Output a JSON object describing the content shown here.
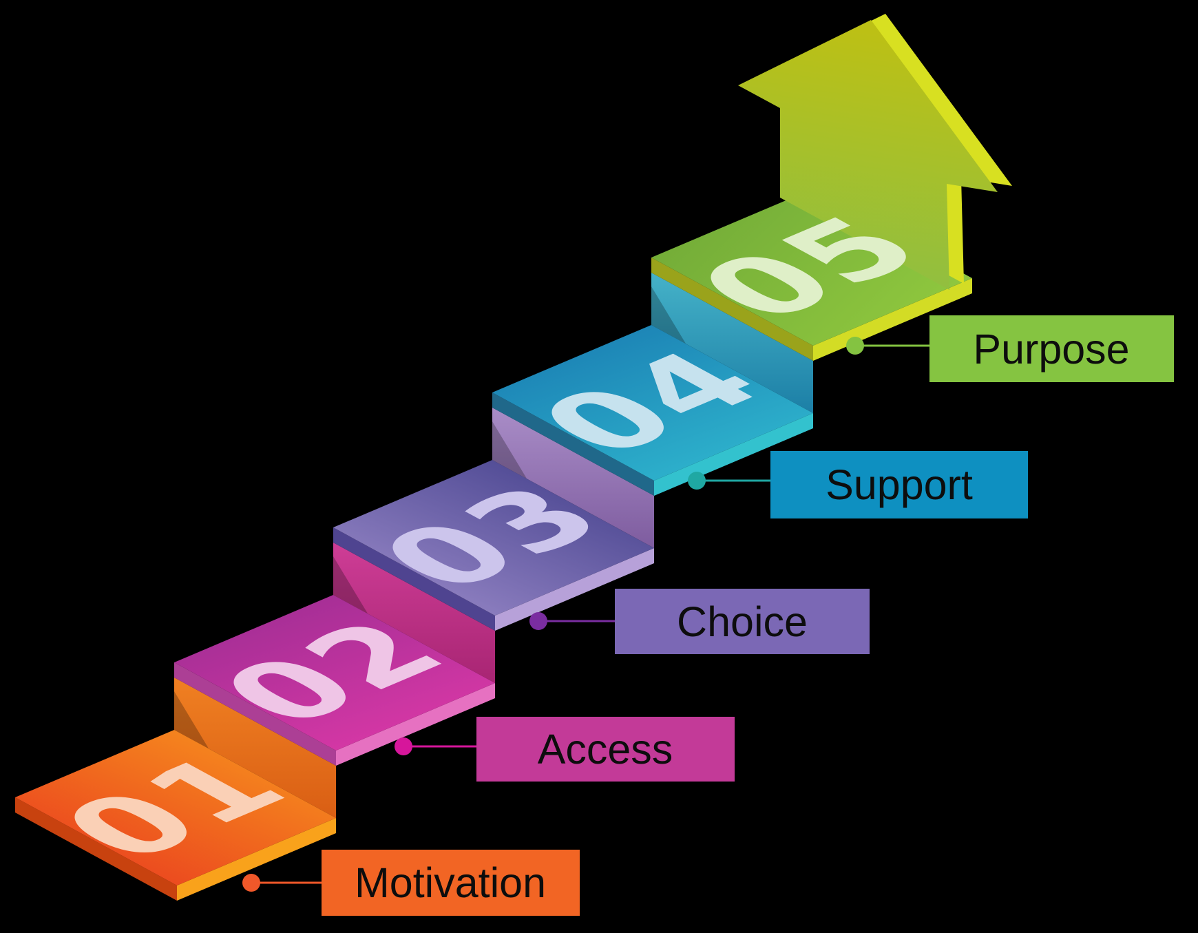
{
  "diagram_type": "staircase-infographic",
  "palette": {
    "background": "#000000",
    "label_text": "#0D0D0D"
  },
  "steps": [
    {
      "number": "01",
      "label": "Motivation",
      "colors": {
        "face_near": "#E9391F",
        "face_far": "#F7941E",
        "side_dark": "#C8420F",
        "edge_bright": "#F9A21B",
        "riser_top": "#F08022",
        "riser_bottom": "#D95E14",
        "number": "#FAD0B6",
        "box": "#F26524",
        "dot": "#F0582A"
      }
    },
    {
      "number": "02",
      "label": "Access",
      "colors": {
        "face_near": "#D938A6",
        "face_far": "#992C92",
        "side_dark": "#AC3F95",
        "edge_bright": "#E671C1",
        "riser_top": "#CE3D96",
        "riser_bottom": "#A82573",
        "number": "#EFC5E6",
        "box": "#C33A98",
        "dot": "#D6169B"
      }
    },
    {
      "number": "03",
      "label": "Choice",
      "colors": {
        "face_near": "#9D8CCB",
        "face_far": "#413E8A",
        "side_dark": "#4F4490",
        "edge_bright": "#B7A1D9",
        "riser_top": "#A98DC7",
        "riser_bottom": "#7E5C9F",
        "number": "#CCC5EC",
        "box": "#7B68B5",
        "dot": "#7A2DA0"
      }
    },
    {
      "number": "04",
      "label": "Support",
      "colors": {
        "face_near": "#2FB6CE",
        "face_far": "#1878B0",
        "side_dark": "#20688A",
        "edge_bright": "#33C2CE",
        "riser_top": "#45B2C8",
        "riser_bottom": "#1C7FA6",
        "number": "#C6E2EE",
        "box": "#0E90C1",
        "dot": "#1FA8A3"
      }
    },
    {
      "number": "05",
      "label": "Purpose",
      "colors": {
        "face_near": "#8FC73E",
        "face_far": "#73AC38",
        "side_dark": "#9AA31B",
        "edge_bright": "#D3DC25",
        "number": "#DFEFC8",
        "box": "#85C441",
        "dot": "#84C341"
      }
    }
  ],
  "arrow": {
    "direction": "up-right",
    "colors": {
      "body_bottom": "#8CBF45",
      "body_top": "#BCC015",
      "edge": "#D8E021"
    }
  }
}
